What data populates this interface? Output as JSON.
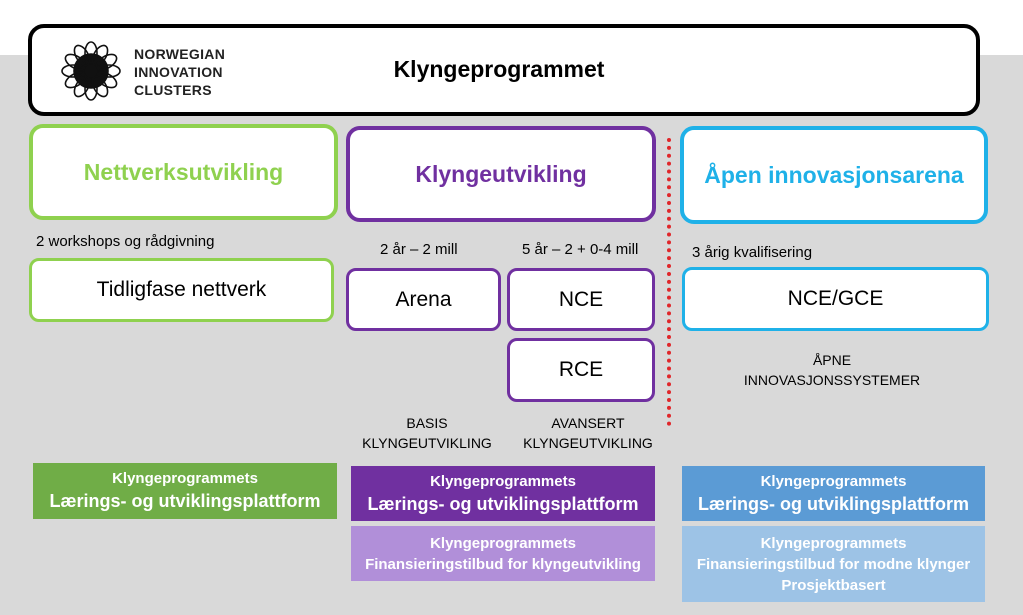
{
  "header": {
    "logo_text": [
      "NORWEGIAN",
      "INNOVATION",
      "CLUSTERS"
    ],
    "title": "Klyngeprogrammet"
  },
  "colors": {
    "green": "#8fd14f",
    "green_dark": "#70ad47",
    "purple": "#7030a0",
    "purple_light": "#b18fd9",
    "blue": "#1fb1e8",
    "blue_mid": "#5b9bd5",
    "blue_light": "#9dc3e6",
    "divider_red": "#e0262a"
  },
  "columns": {
    "network": {
      "category": "Nettverksutvikling",
      "note": "2 workshops og rådgivning",
      "box": "Tidligfase nettverk",
      "bar_line1": "Klyngeprogrammets",
      "bar_line2": "Lærings- og utviklingsplattform"
    },
    "cluster": {
      "category": "Klyngeutvikling",
      "note_left": "2 år – 2 mill",
      "note_right": "5 år – 2 + 0-4 mill",
      "box_arena": "Arena",
      "box_nce": "NCE",
      "box_rce": "RCE",
      "basis": [
        "BASIS",
        "KLYNGEUTVIKLING"
      ],
      "avansert": [
        "AVANSERT",
        "KLYNGEUTVIKLING"
      ],
      "bar_line1": "Klyngeprogrammets",
      "bar_line2": "Lærings- og utviklingsplattform",
      "bar2_line1": "Klyngeprogrammets",
      "bar2_line2": "Finansieringstilbud  for klyngeutvikling"
    },
    "open": {
      "category": "Åpen innovasjonsarena",
      "note": "3 årig kvalifisering",
      "box": "NCE/GCE",
      "systems": [
        "ÅPNE",
        "INNOVASJONSSYSTEMER"
      ],
      "bar_line1": "Klyngeprogrammets",
      "bar_line2": "Lærings- og utviklingsplattform",
      "bar2_line1": "Klyngeprogrammets",
      "bar2_line2": "Finansieringstilbud  for modne klynger",
      "bar2_line3": "Prosjektbasert"
    }
  }
}
